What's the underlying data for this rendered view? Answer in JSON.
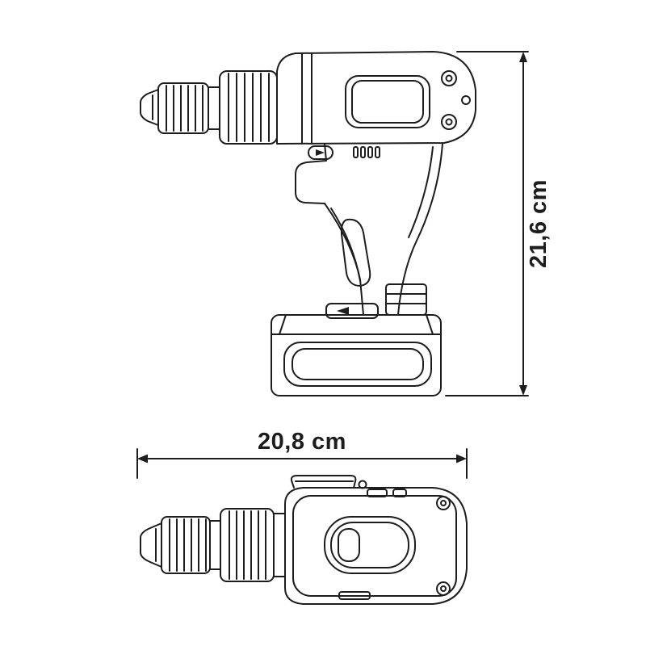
{
  "diagram": {
    "background_color": "#ffffff",
    "line_color": "#1d1d1d",
    "side_view": {
      "figure": "cordless-drill-side-view",
      "height_dimension_label": "21,6 cm"
    },
    "top_view": {
      "figure": "cordless-drill-top-view",
      "width_dimension_label": "20,8 cm"
    }
  }
}
